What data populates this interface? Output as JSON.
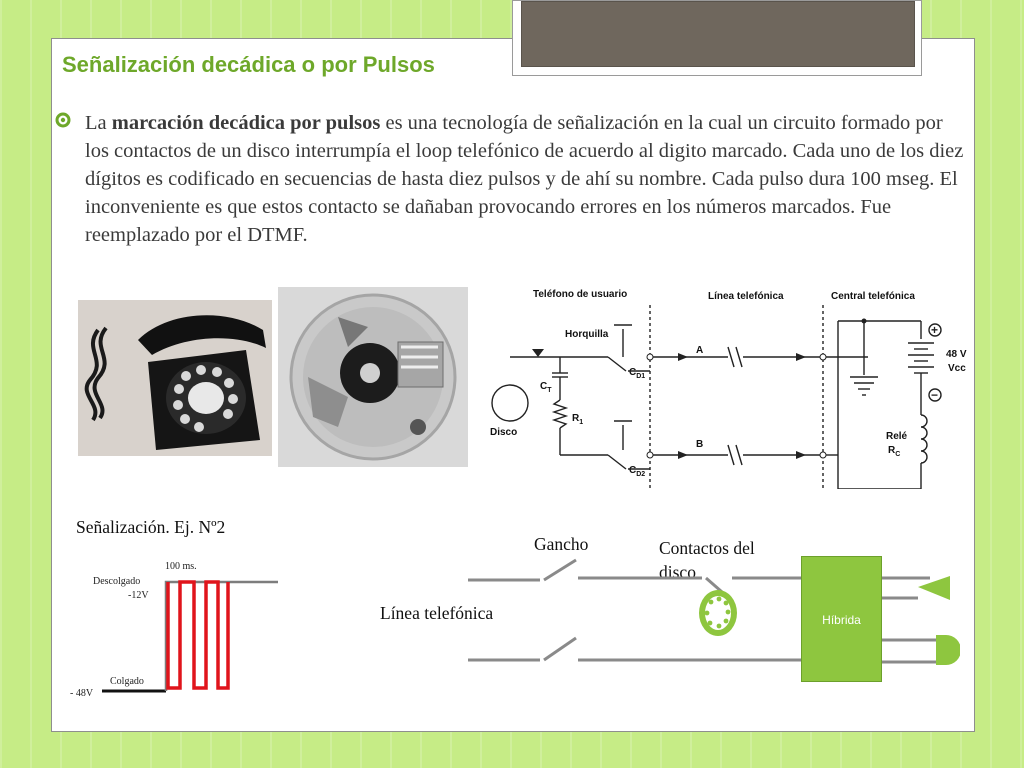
{
  "slide": {
    "title": "Señalización decádica o por Pulsos",
    "body": {
      "intro": "La ",
      "bold": "marcación decádica por pulsos",
      "rest": " es una tecnología de señalización  en la cual un circuito formado por los contactos de un disco interrumpía el loop telefónico de acuerdo al digito marcado. Cada uno de los diez dígitos es codificado en secuencias de hasta diez pulsos y de ahí su nombre. Cada pulso dura 100 mseg. El inconveniente es que estos contacto se dañaban provocando errores en los números marcados. Fue reemplazado por el DTMF."
    }
  },
  "circuit": {
    "user_phone": "Teléfono de usuario",
    "line": "Línea telefónica",
    "exchange": "Central telefónica",
    "hook": "Horquilla",
    "cd1": "C",
    "cd1_sub": "D1",
    "cd2": "C",
    "cd2_sub": "D2",
    "ct": "C",
    "ct_sub": "T",
    "r1": "R",
    "r1_sub": "1",
    "disc": "Disco",
    "wire_a": "A",
    "wire_b": "B",
    "voltage": "48 V",
    "vcc": "Vcc",
    "relay": "Relé",
    "rc": "R",
    "rc_sub": "C",
    "plus": "+",
    "minus": "−"
  },
  "pulse_diagram": {
    "caption": "Señalización. Ej. Nº2",
    "duration": "100 ms.",
    "offhook": "Descolgado",
    "offhook_v": "-12V",
    "onhook": "Colgado",
    "onhook_v": "- 48V"
  },
  "hybrid_diagram": {
    "hook": "Gancho",
    "disc_contacts_1": "Contactos del",
    "disc_contacts_2": "disco",
    "line": "Línea telefónica",
    "hybrid": "Híbrida"
  },
  "colors": {
    "accent": "#6ea82a",
    "pulse": "#e0141b",
    "hybrid": "#8ec63f"
  }
}
